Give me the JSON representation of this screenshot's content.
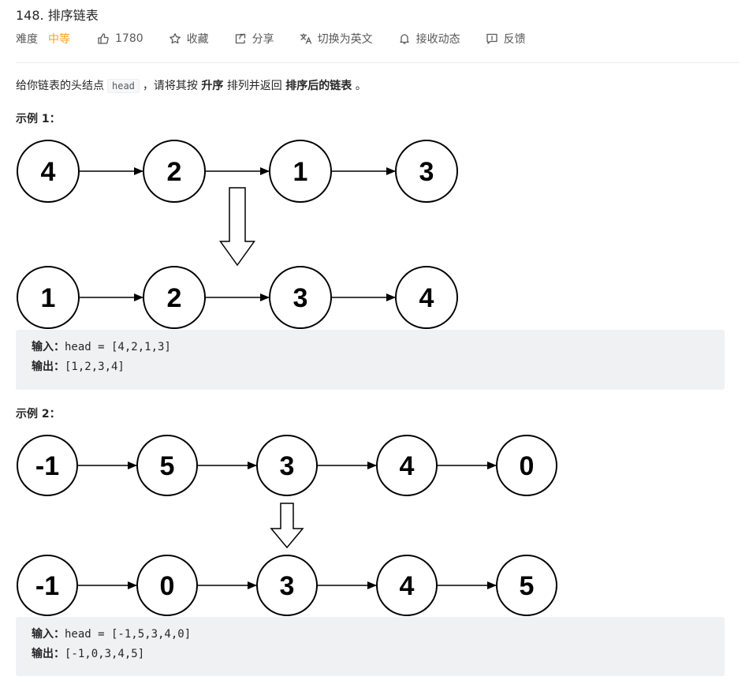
{
  "problem": {
    "title": "148. 排序链表",
    "difficulty_label": "难度",
    "difficulty": "中等",
    "likes": "1780",
    "favorite_label": "收藏",
    "share_label": "分享",
    "switch_lang_label": "切换为英文",
    "subscribe_label": "接收动态",
    "feedback_label": "反馈"
  },
  "description": {
    "p1": "给你链表的头结点",
    "code": "head",
    "p2": "，请将其按",
    "b1": "升序",
    "p3": "排列并返回",
    "b2": "排序后的链表",
    "p4": "。"
  },
  "examples": [
    {
      "title": "示例 1：",
      "before": [
        "4",
        "2",
        "1",
        "3"
      ],
      "after": [
        "1",
        "2",
        "3",
        "4"
      ],
      "input_label": "输入：",
      "input": "head = [4,2,1,3]",
      "output_label": "输出：",
      "output": "[1,2,3,4]"
    },
    {
      "title": "示例 2：",
      "before": [
        "-1",
        "5",
        "3",
        "4",
        "0"
      ],
      "after": [
        "-1",
        "0",
        "3",
        "4",
        "5"
      ],
      "input_label": "输入：",
      "input": "head = [-1,5,3,4,0]",
      "output_label": "输出：",
      "output": "[-1,0,3,4,5]"
    }
  ],
  "icons": {
    "likes": "thumbs-up-icon",
    "favorite": "star-icon",
    "share": "share-icon",
    "switch_lang": "translate-icon",
    "subscribe": "bell-icon",
    "feedback": "feedback-icon"
  },
  "colors": {
    "difficulty_medium": "#ffa116",
    "code_block_bg": "#f0f1f3"
  }
}
